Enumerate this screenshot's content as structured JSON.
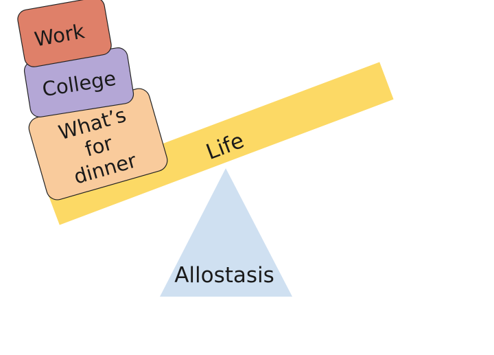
{
  "diagram": {
    "fulcrum_label": "Allostasis",
    "beam_label": "Life",
    "blocks": {
      "work": "Work",
      "college": "College",
      "dinner_line1": "What’s",
      "dinner_line2": "for",
      "dinner_line3": "dinner"
    }
  },
  "colors": {
    "fulcrum": "#cfe0f1",
    "beam": "#fcd965",
    "work_block": "#df8069",
    "college_block": "#b4a7d6",
    "dinner_block": "#f9cb9c",
    "outline": "#222222"
  }
}
